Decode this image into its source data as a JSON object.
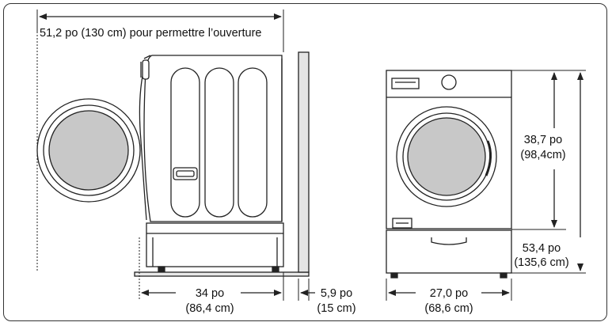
{
  "dimensions": {
    "door_clearance": "51,2 po (130 cm) pour permettre l’ouverture",
    "depth": {
      "imperial": "34 po",
      "metric": "(86,4 cm)"
    },
    "wall_gap": {
      "imperial": "5,9 po",
      "metric": "(15 cm)"
    },
    "width": {
      "imperial": "27,0 po",
      "metric": "(68,6 cm)"
    },
    "height": {
      "imperial": "38,7 po",
      "metric": "(98,4cm)"
    },
    "height_with_pedestal": {
      "imperial": "53,4 po",
      "metric": "(135,6 cm)"
    }
  },
  "colors": {
    "line": "#222222",
    "drum": "#c8c8c8",
    "wall": "#e4e4e4"
  }
}
